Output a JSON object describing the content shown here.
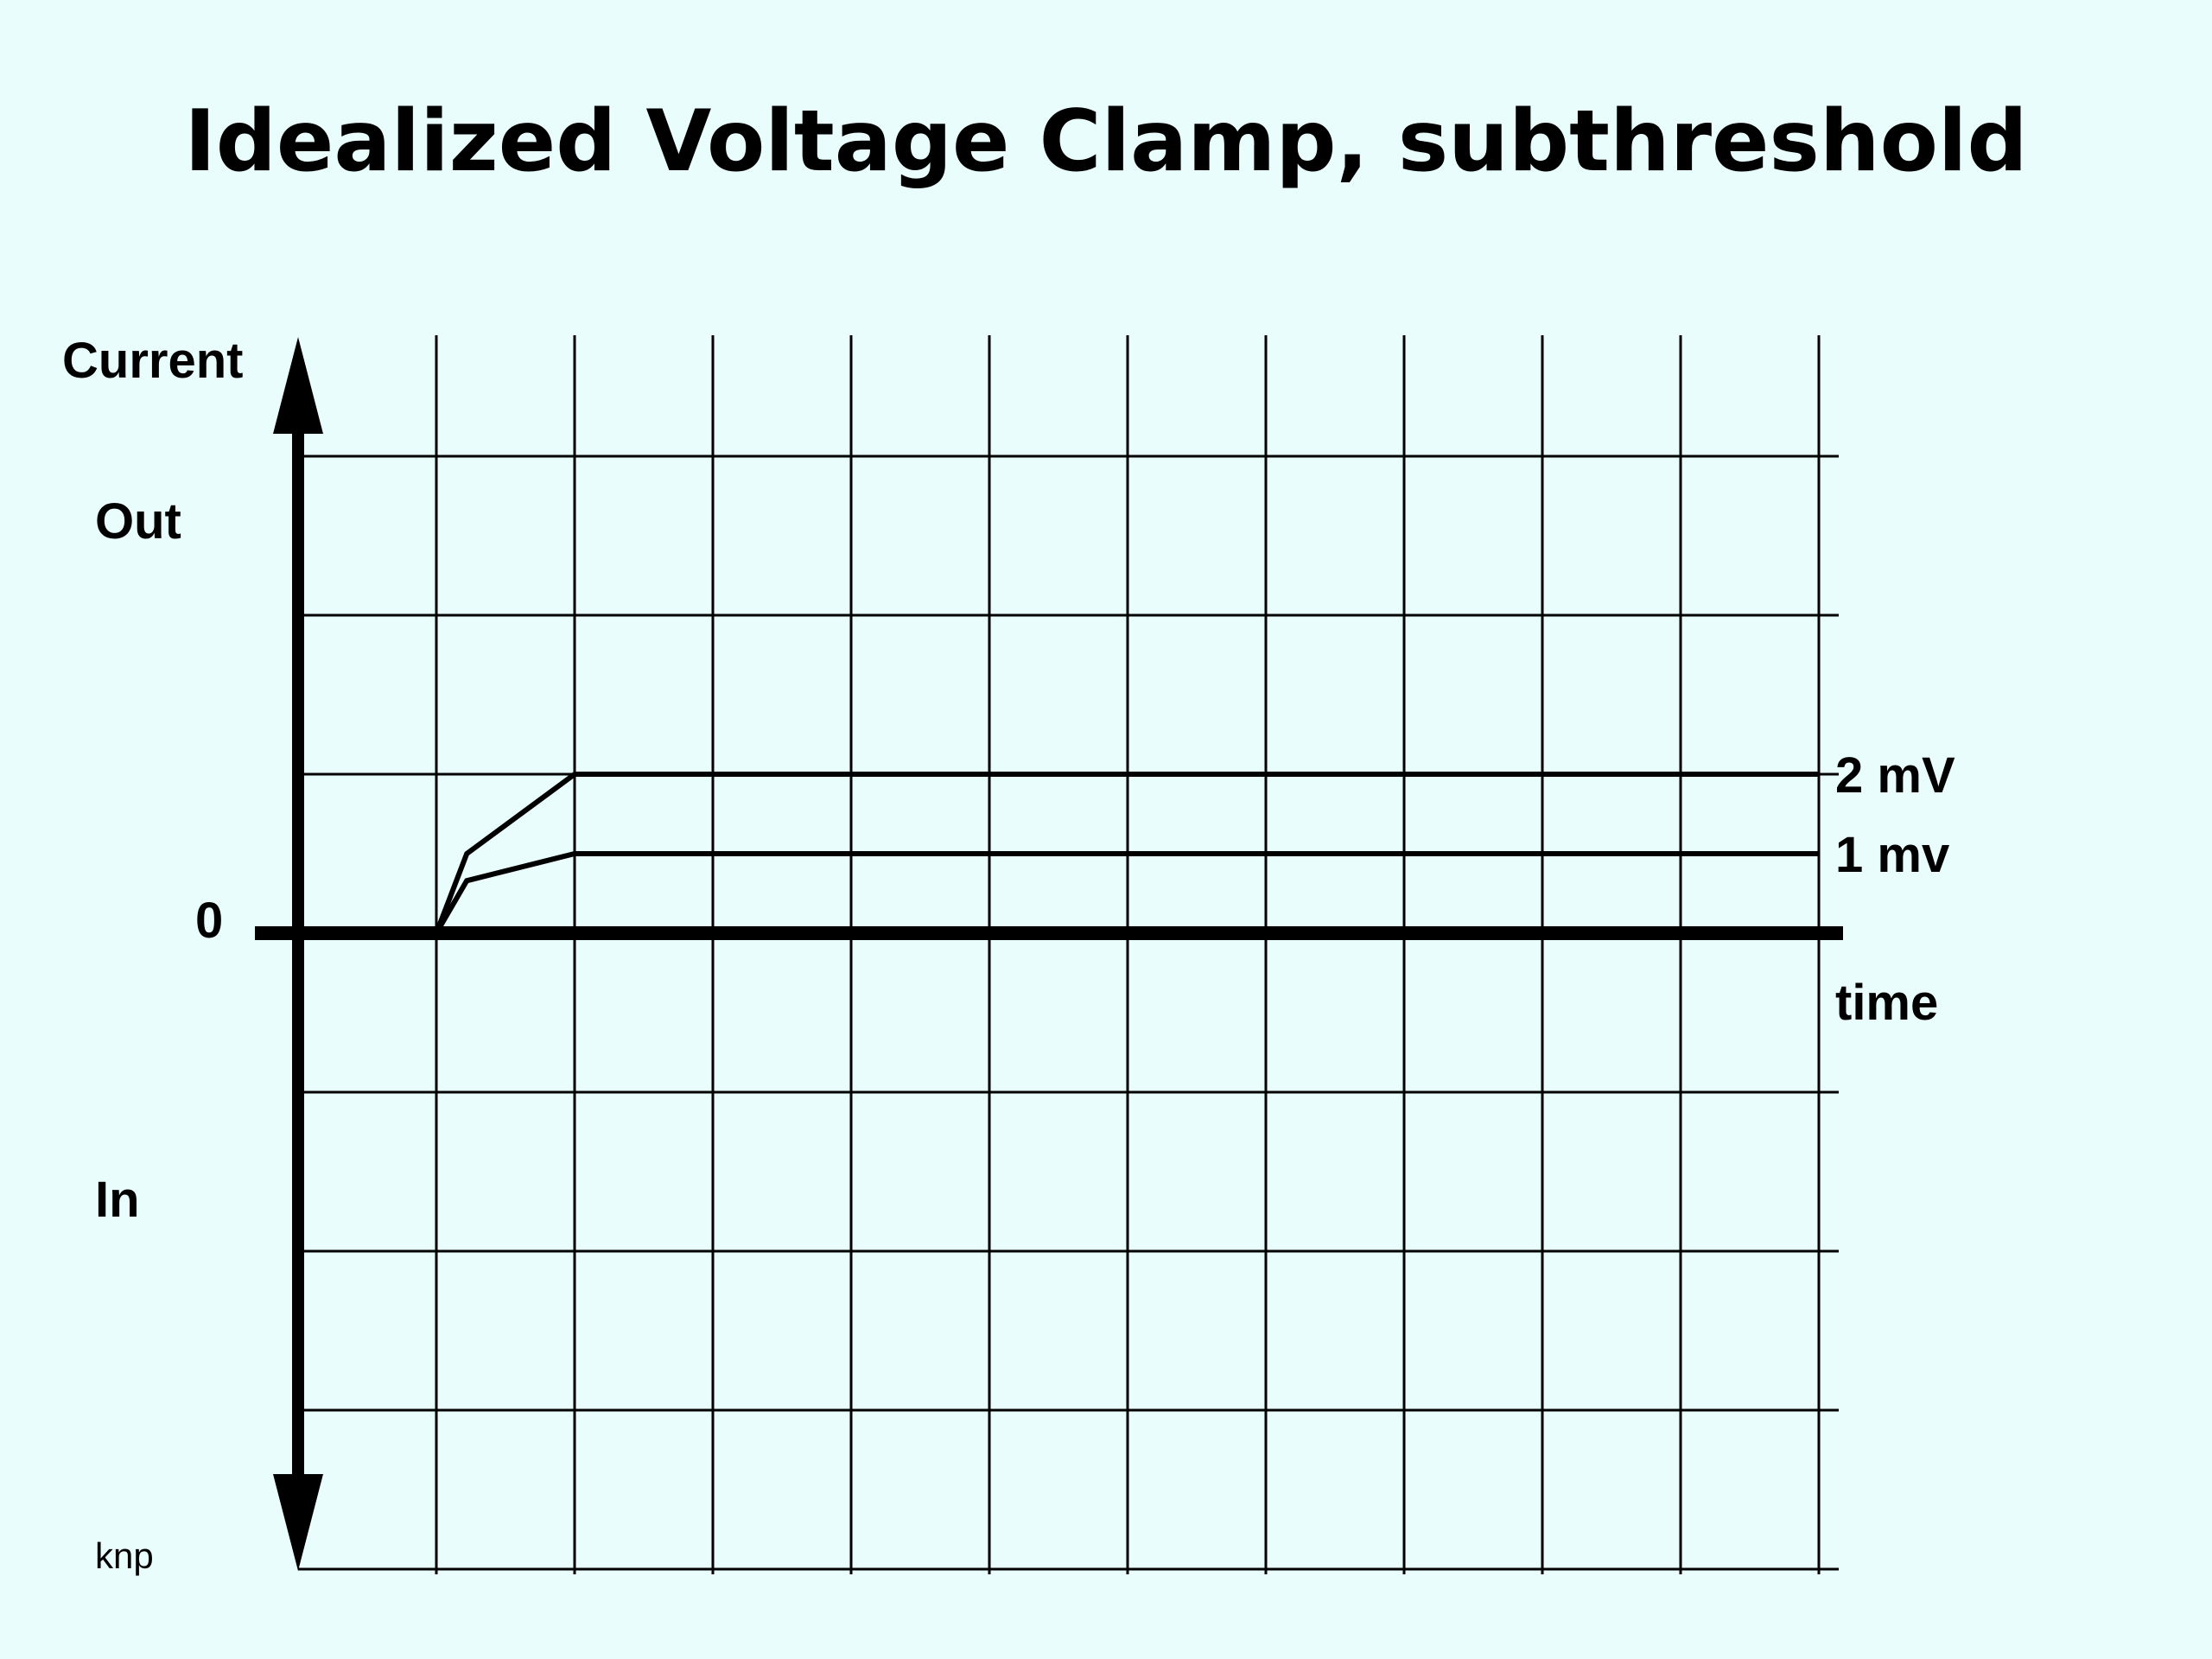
{
  "chart_data": {
    "type": "line",
    "title": "Idealized Voltage Clamp, subthreshold",
    "ylabel": "Current",
    "xlabel": "time",
    "y_region_labels": {
      "upper": "Out",
      "lower": "In"
    },
    "zero_label": "0",
    "credit": "knp",
    "xlim": [
      0,
      11
    ],
    "ylim": [
      -4,
      3
    ],
    "x_grid": [
      1,
      2,
      3,
      4,
      5,
      6,
      7,
      8,
      9,
      10,
      11
    ],
    "y_grid": [
      -4,
      -3,
      -2,
      -1,
      1,
      2,
      3
    ],
    "grid": true,
    "colors": {
      "line": "#000000",
      "background": "#e9fdfc"
    },
    "series": [
      {
        "name": "2 mV",
        "x": [
          1,
          1.22,
          2,
          11
        ],
        "y": [
          0,
          0.5,
          1,
          1
        ]
      },
      {
        "name": "1 mv",
        "x": [
          1,
          1.22,
          2,
          11
        ],
        "y": [
          0,
          0.33,
          0.5,
          0.5
        ]
      }
    ]
  }
}
